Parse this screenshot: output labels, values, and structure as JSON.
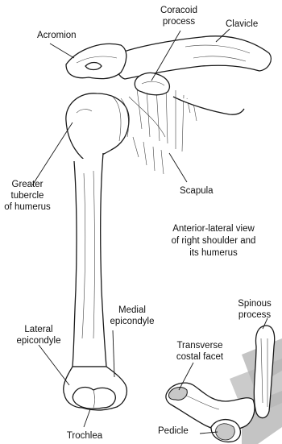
{
  "caption": [
    "Anterior-lateral view",
    "of right shoulder and",
    "its humerus"
  ],
  "labels": {
    "coracoid": [
      "Coracoid",
      "process"
    ],
    "acromion": "Acromion",
    "clavicle": "Clavicle",
    "greater_tubercle": [
      "Greater",
      "tubercle",
      "of humerus"
    ],
    "scapula": "Scapula",
    "medial_epicondyle": [
      "Medial",
      "epicondyle"
    ],
    "lateral_epicondyle": [
      "Lateral",
      "epicondyle"
    ],
    "trochlea": "Trochlea",
    "spinous_process": [
      "Spinous",
      "process"
    ],
    "transverse_costal_facet": [
      "Transverse",
      "costal facet"
    ],
    "pedicle": "Pedicle"
  },
  "colors": {
    "line": "#1a1a1a",
    "facet_fill": "#c8c8c8",
    "rib_band": "#b5b5b5"
  }
}
